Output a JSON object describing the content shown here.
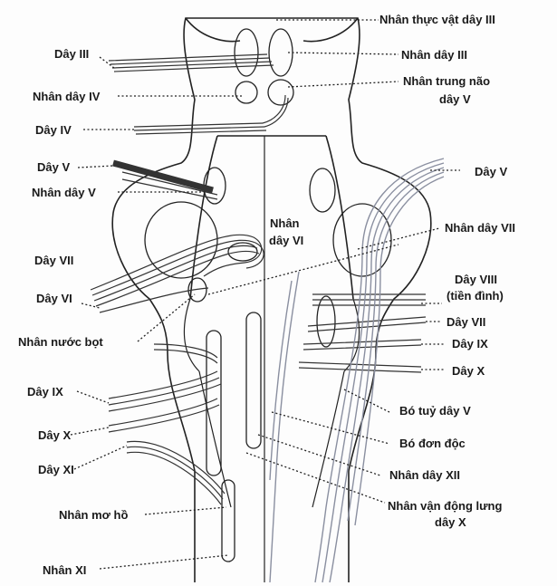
{
  "labels": {
    "nhan_thuc_vat_day_iii": "Nhân thực vật dây III",
    "day_iii": "Dây III",
    "nhan_day_iii": "Nhân dây III",
    "nhan_day_iv": "Nhân dây IV",
    "nhan_trung_nao_day_v_1": "Nhân trung não",
    "nhan_trung_nao_day_v_2": "dây V",
    "day_iv": "Dây IV",
    "day_v_left": "Dây V",
    "day_v_right": "Dây V",
    "nhan_day_v": "Nhân dây V",
    "nhan_day_vi_1": "Nhân",
    "nhan_day_vi_2": "dây VI",
    "nhan_day_vii": "Nhân dây VII",
    "day_vii_left": "Dây VII",
    "day_vi": "Dây VI",
    "day_viii_1": "Dây VIII",
    "day_viii_2": "(tiền đình)",
    "nhan_nuoc_bot": "Nhân nước bọt",
    "day_vii_right": "Dây VII",
    "day_ix_right": "Dây IX",
    "day_x_right": "Dây X",
    "day_ix_left": "Dây IX",
    "bo_tuy_day_v": "Bó tuỷ dây V",
    "day_x_left": "Dây X",
    "bo_don_doc": "Bó đơn độc",
    "day_xi": "Dây XI",
    "nhan_day_xii": "Nhân dây XII",
    "nhan_mo_ho": "Nhân mơ hồ",
    "nhan_van_dong_lung_day_x_1": "Nhân vận động lưng",
    "nhan_van_dong_lung_day_x_2": "dây X",
    "nhan_xi": "Nhân XI"
  }
}
